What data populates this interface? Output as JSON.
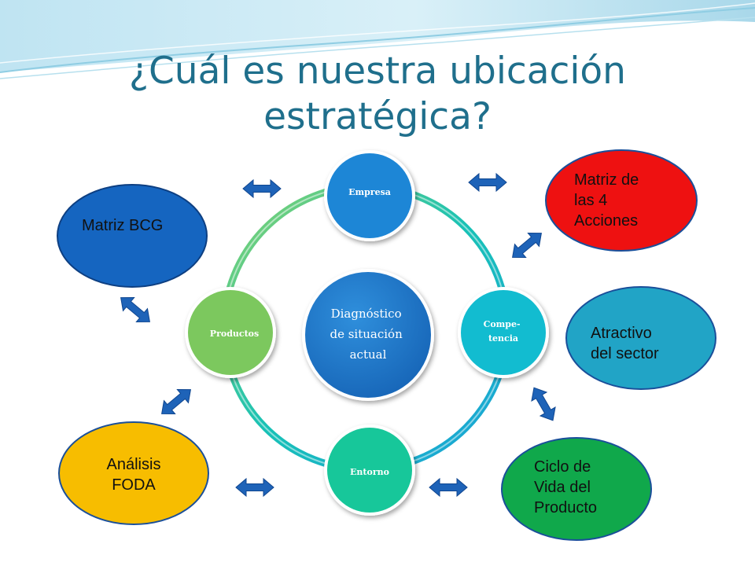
{
  "slide": {
    "title_line1": "¿Cuál es nuestra ubicación",
    "title_line2": "estratégica?"
  },
  "cycle": {
    "center": [
      "Diagnóstico",
      "de situación",
      "actual"
    ],
    "nodes": {
      "empresa": [
        "Empresa"
      ],
      "competencia": [
        "Compe-",
        "tencia"
      ],
      "entorno": [
        "Entorno"
      ],
      "productos": [
        "Productos"
      ]
    }
  },
  "tools": {
    "matriz_bcg": "Matriz BCG",
    "matriz_4_acciones": [
      "Matriz de",
      "las 4",
      "Acciones"
    ],
    "atractivo_sector": [
      "Atractivo",
      "del sector"
    ],
    "analisis_foda": [
      "Análisis",
      "FODA"
    ],
    "ciclo_vida": [
      "Ciclo de",
      "Vida del",
      "Producto"
    ]
  },
  "colors": {
    "title": "#1f6f8c",
    "center": "#1f78c8",
    "empresa": "#1d86d6",
    "competencia": "#12bcd0",
    "entorno": "#17c79a",
    "productos": "#7cc85e",
    "matriz_bcg": "#1565c0",
    "matriz_4_acciones": "#ee1111",
    "atractivo_sector": "#21a4c6",
    "analisis_foda": "#f7bd00",
    "ciclo_vida": "#10a84b",
    "arrow": "#1e63b8"
  }
}
